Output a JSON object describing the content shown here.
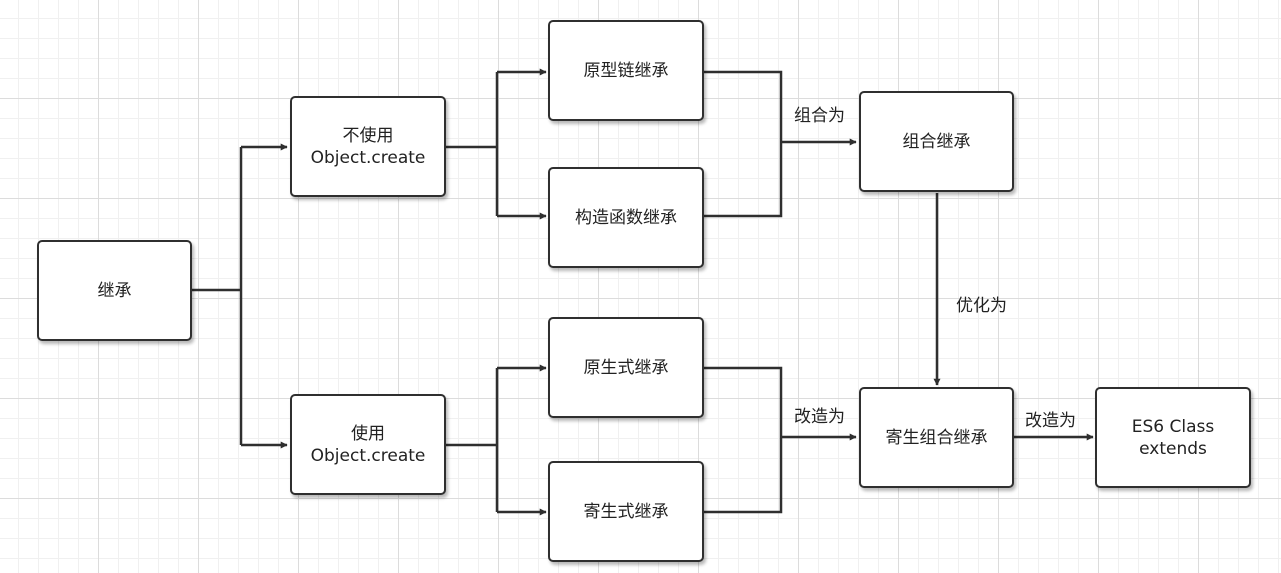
{
  "nodes": {
    "inheritance": "继承",
    "no_object_create": "不使用\nObject.create",
    "use_object_create": "使用\nObject.create",
    "prototype_chain": "原型链继承",
    "constructor": "构造函数继承",
    "prototypal": "原生式继承",
    "parasitic": "寄生式继承",
    "combination": "组合继承",
    "parasitic_combination": "寄生组合继承",
    "es6_class": "ES6 Class\nextends"
  },
  "edge_labels": {
    "combine_into": "组合为",
    "optimize_into": "优化为",
    "transform_into_1": "改造为",
    "transform_into_2": "改造为"
  },
  "colors": {
    "line": "#2f2f2f",
    "border": "#2f2f2f",
    "grid": "#dcdcdc"
  }
}
